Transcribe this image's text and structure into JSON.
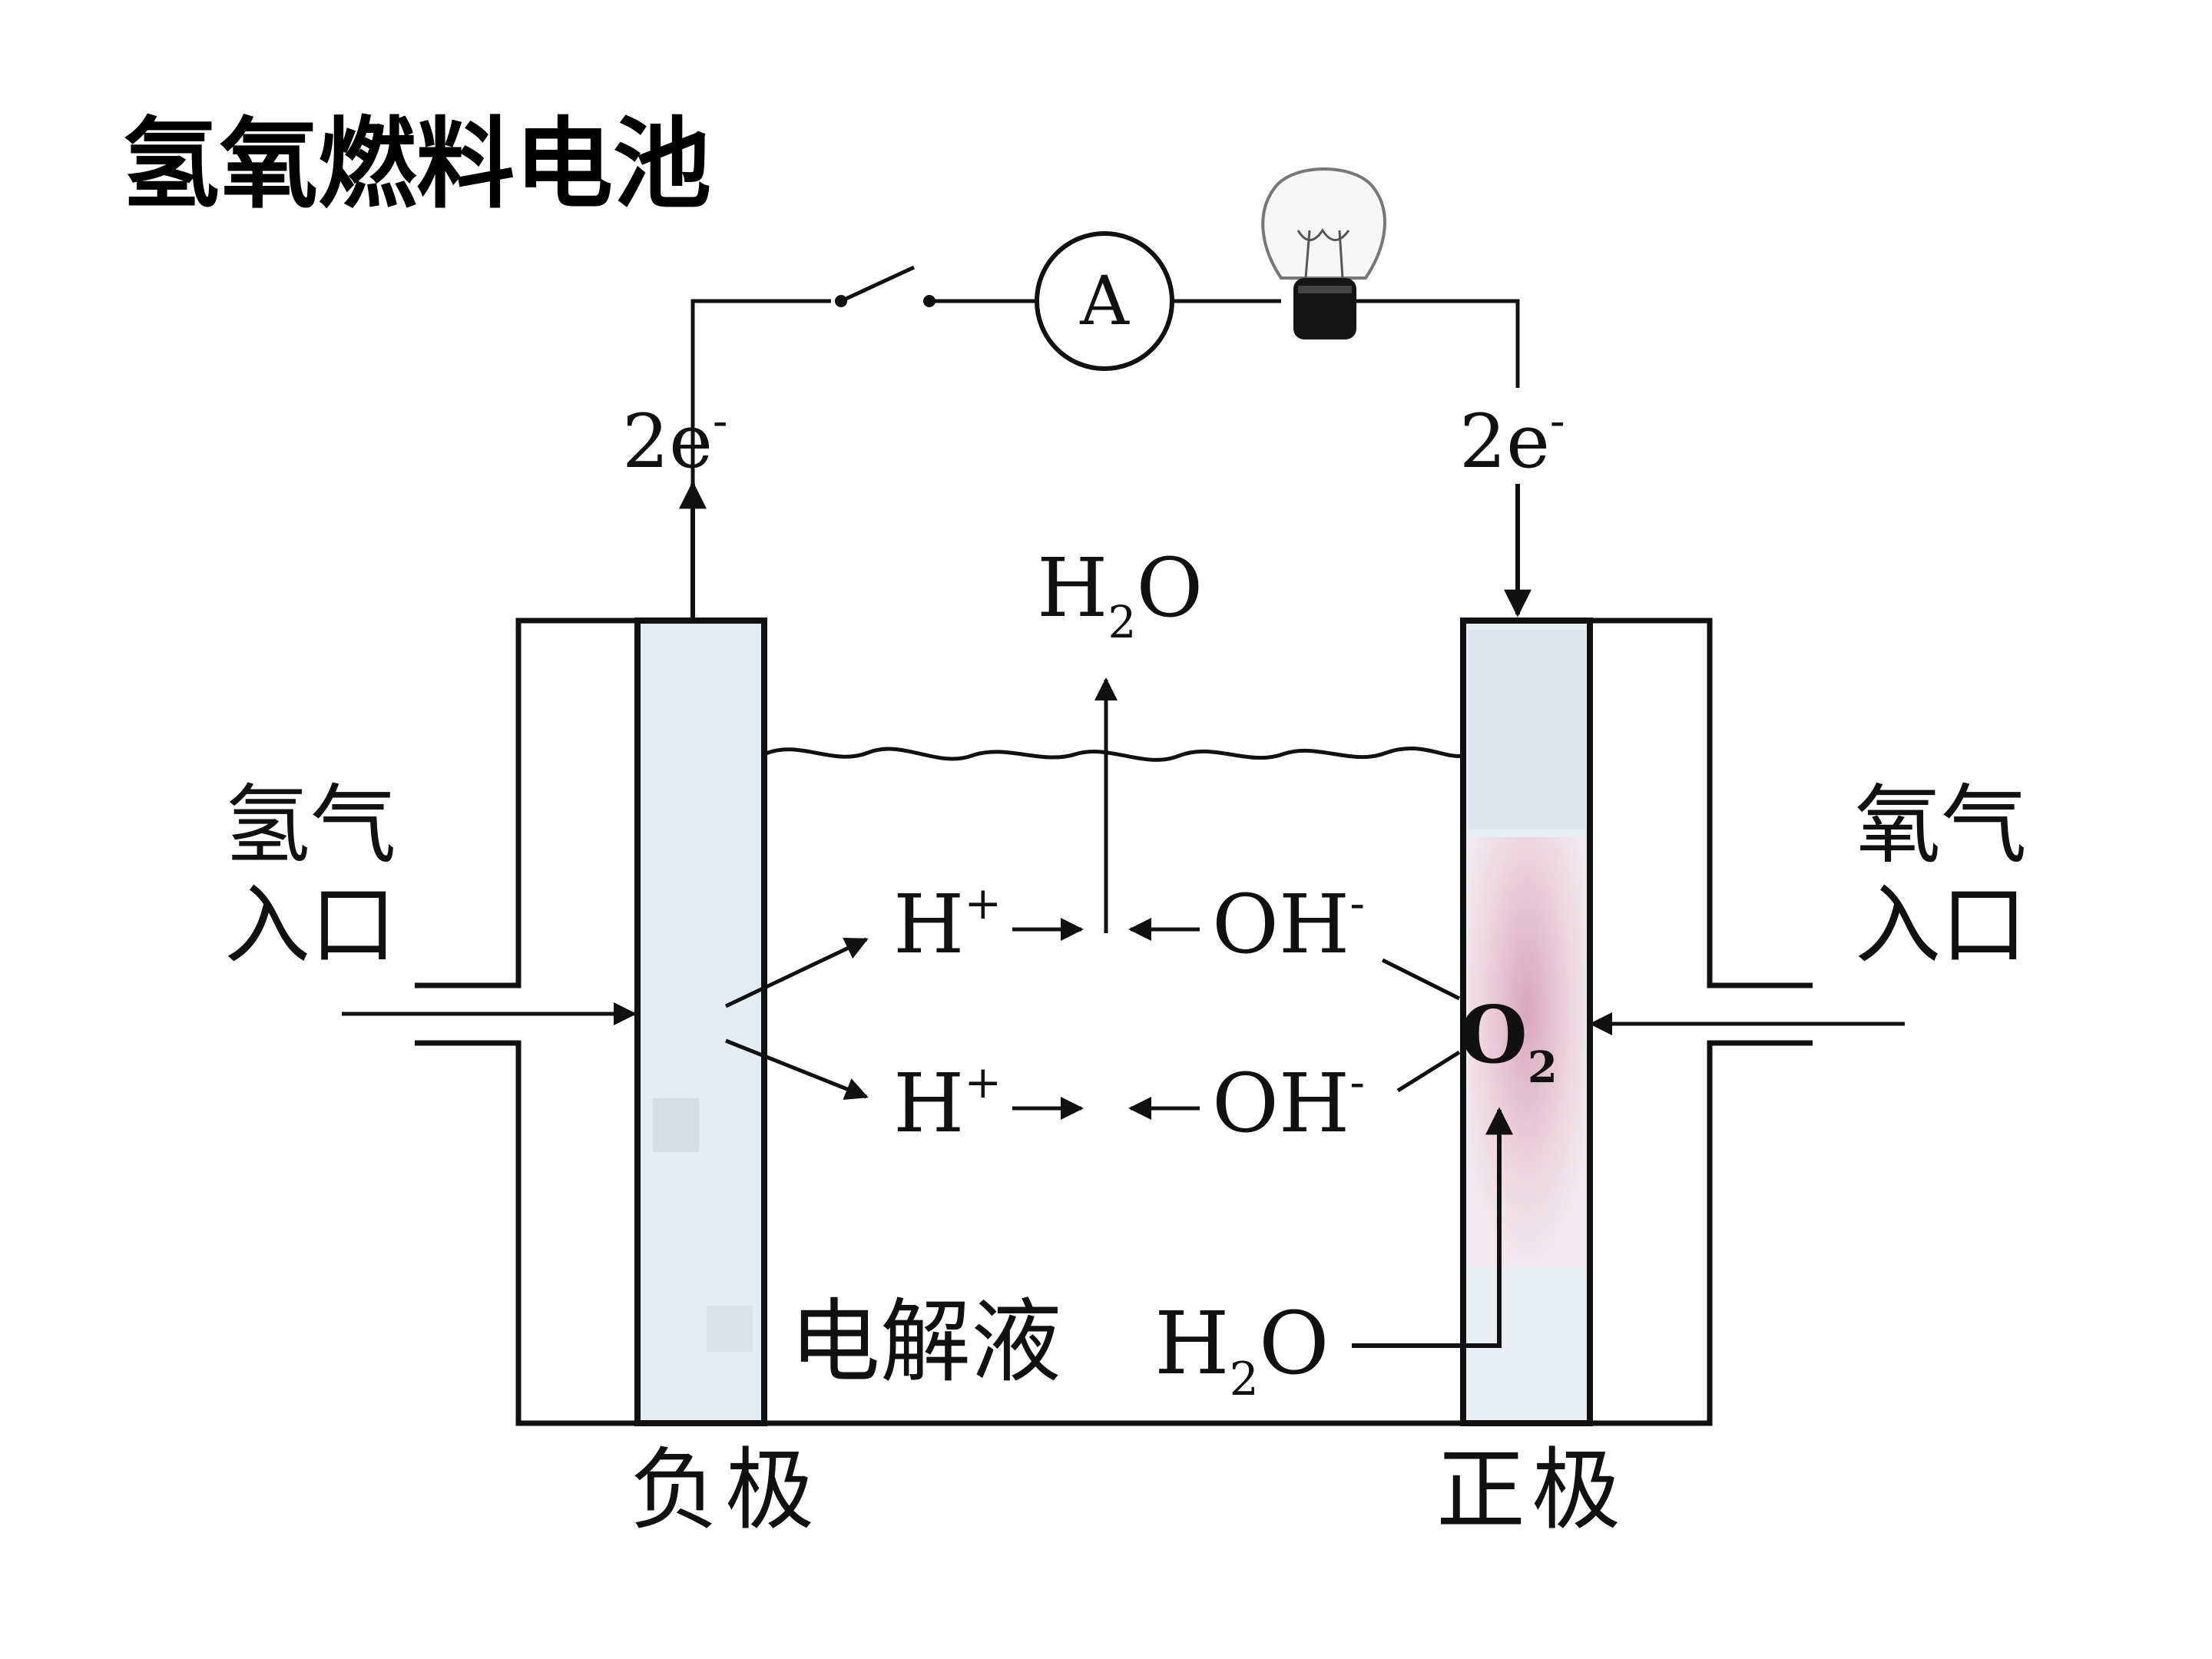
{
  "title": "氢氧燃料电池",
  "ammeter_symbol": "A",
  "electron_left": {
    "base": "2e",
    "sup": "-"
  },
  "electron_right": {
    "base": "2e",
    "sup": "-"
  },
  "water_product": {
    "h": "H",
    "sub": "2",
    "o": "O"
  },
  "hydrogen_inlet": {
    "line1": "氢气",
    "line2": "入口"
  },
  "oxygen_inlet": {
    "line1": "氧气",
    "line2": "入口"
  },
  "ions": {
    "h_plus": {
      "base": "H",
      "sup": "+"
    },
    "oh_minus": {
      "base": "OH",
      "sup": "-"
    }
  },
  "oxygen_label": {
    "base": "O",
    "sub": "2"
  },
  "electrolyte": "电解液",
  "water_electrolyte": {
    "h": "H",
    "sub": "2",
    "o": "O"
  },
  "negative_electrode": "负极",
  "positive_electrode": "正极"
}
